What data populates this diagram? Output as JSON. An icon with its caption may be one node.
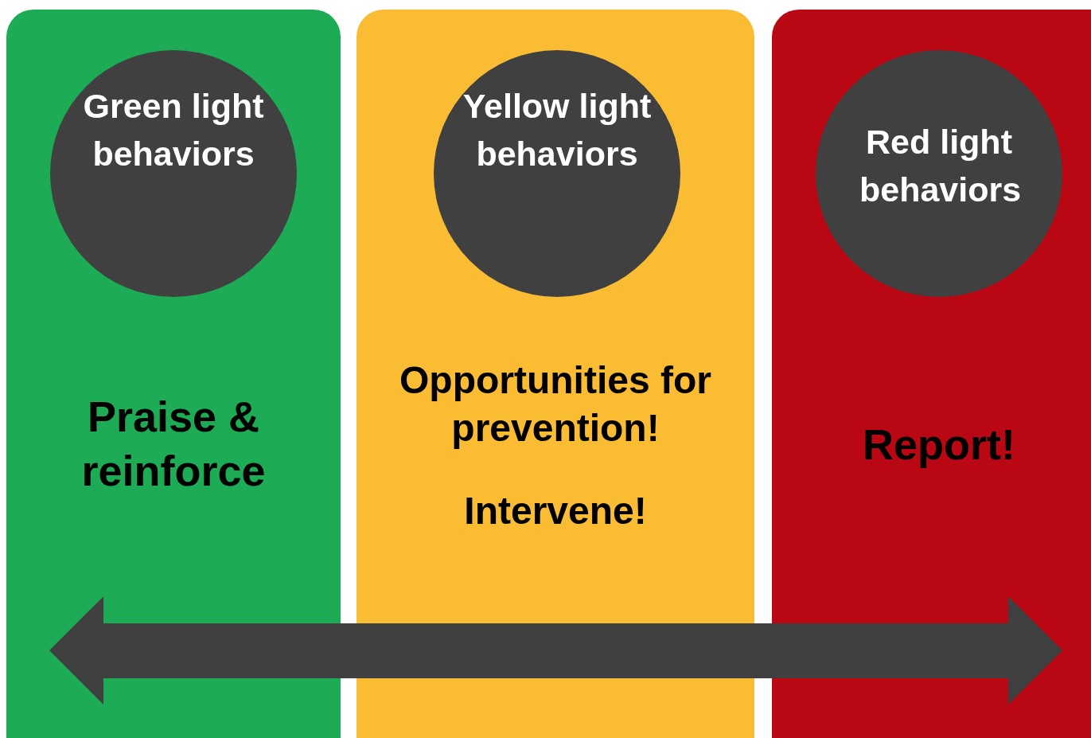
{
  "diagram": {
    "nodes": [
      {
        "text": [
          "Praise & reinforce"
        ]
      },
      {
        "text": [
          "Green light behaviors"
        ],
        "in": 0
      },
      {
        "text": [
          "Opportunities for prevention!",
          "Intervene!"
        ]
      },
      {
        "text": [
          "Yellow light behaviors"
        ],
        "in": 2
      },
      {
        "text": [
          "Report!"
        ]
      },
      {
        "text": [
          "Red light behaviors"
        ],
        "in": 4
      }
    ]
  }
}
